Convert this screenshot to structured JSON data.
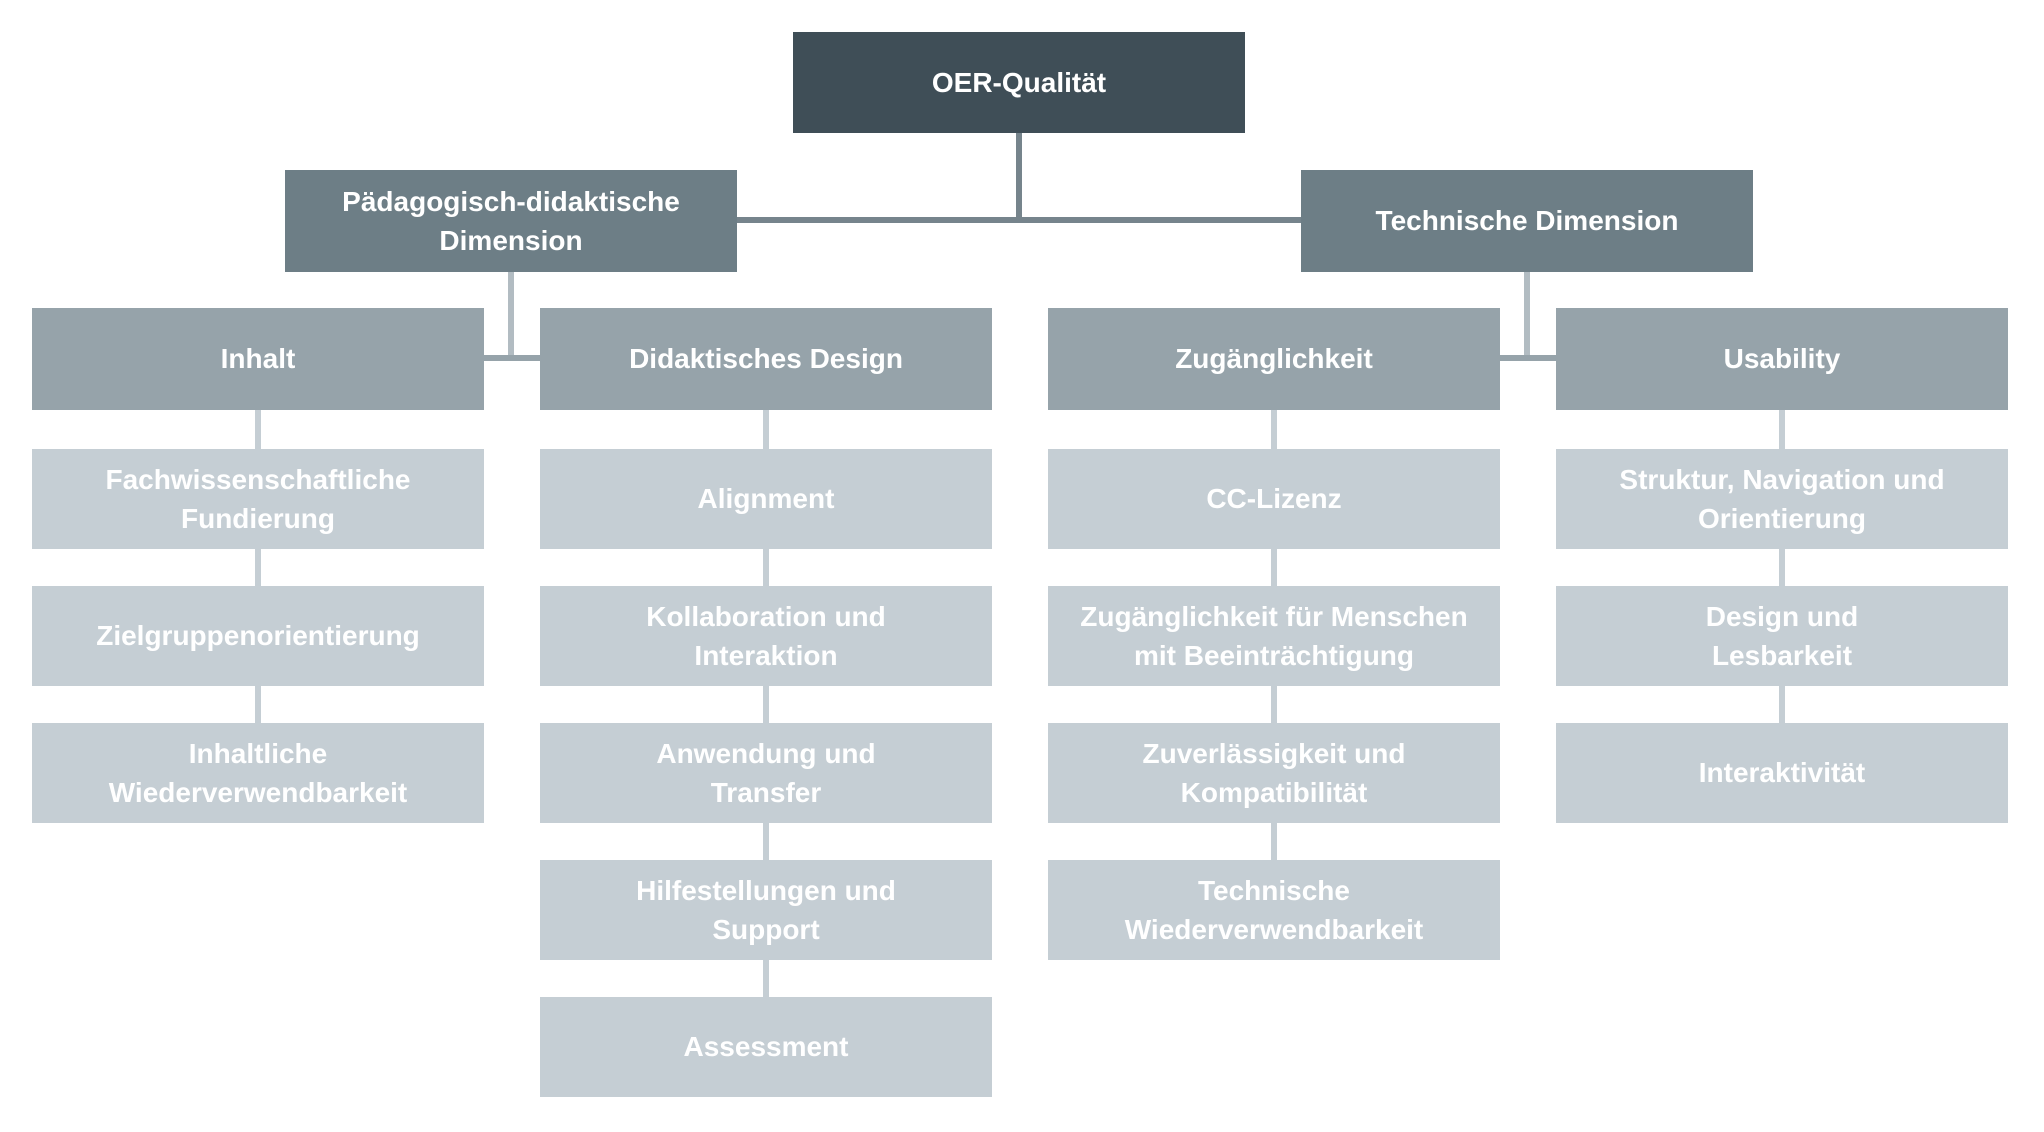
{
  "diagram_type": "hierarchy-org-chart",
  "root": {
    "label": "OER-Qualität"
  },
  "branches": [
    {
      "label": "Pädagogisch-didaktische\nDimension"
    },
    {
      "label": "Technische Dimension"
    }
  ],
  "columns": [
    {
      "header": "Inhalt",
      "items": [
        "Fachwissenschaftliche\nFundierung",
        "Zielgruppenorientierung",
        "Inhaltliche\nWiederverwendbarkeit"
      ]
    },
    {
      "header": "Didaktisches Design",
      "items": [
        "Alignment",
        "Kollaboration und\nInteraktion",
        "Anwendung und\nTransfer",
        "Hilfestellungen und\nSupport",
        "Assessment"
      ]
    },
    {
      "header": "Zugänglichkeit",
      "items": [
        "CC-Lizenz",
        "Zugänglichkeit für Menschen\nmit Beeinträchtigung",
        "Zuverlässigkeit und\nKompatibilität",
        "Technische\nWiederverwendbarkeit"
      ]
    },
    {
      "header": "Usability",
      "items": [
        "Struktur, Navigation und\nOrientierung",
        "Design und\nLesbarkeit",
        "Interaktivität"
      ]
    }
  ],
  "colors": {
    "root_bg": "#3f4e57",
    "branch_bg": "#6d7e86",
    "header_bg": "#96a3aa",
    "item_bg": "#c5ced4",
    "text": "#ffffff",
    "line_dark": "#76848c",
    "line_mid": "#96a3aa",
    "line_light": "#c5ced4",
    "line_branch_v": "#b2bcc2",
    "page_bg": "#ffffff"
  }
}
